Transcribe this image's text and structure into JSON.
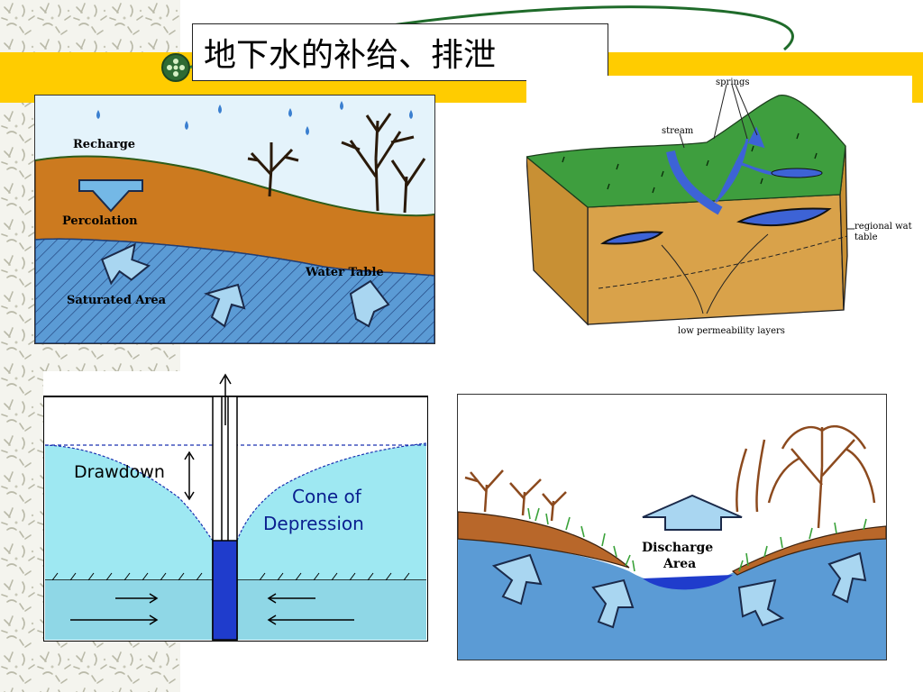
{
  "slide": {
    "title": "地下水的补给、排泄"
  },
  "recharge_figure": {
    "labels": {
      "recharge": "Recharge",
      "percolation": "Percolation",
      "water_table": "Water Table",
      "saturated_area": "Saturated Area"
    }
  },
  "block_figure": {
    "labels": {
      "springs": "springs",
      "stream": "stream",
      "regional_water_table_line1": "regional wate",
      "regional_water_table_line2": "table",
      "low_permeability": "low permeability layers"
    }
  },
  "cone_figure": {
    "labels": {
      "drawdown": "Drawdown",
      "cone_line1": "Cone of",
      "cone_line2": "Depression"
    }
  },
  "discharge_figure": {
    "labels": {
      "discharge_line1": "Discharge",
      "discharge_line2": "Area"
    }
  },
  "colors": {
    "accent_yellow": "#ffcc00",
    "water_blue": "#5b9bd5",
    "soil_brown": "#cc7a1f",
    "grass_green": "#2e8b2e",
    "cone_water": "#9ee8f2"
  }
}
